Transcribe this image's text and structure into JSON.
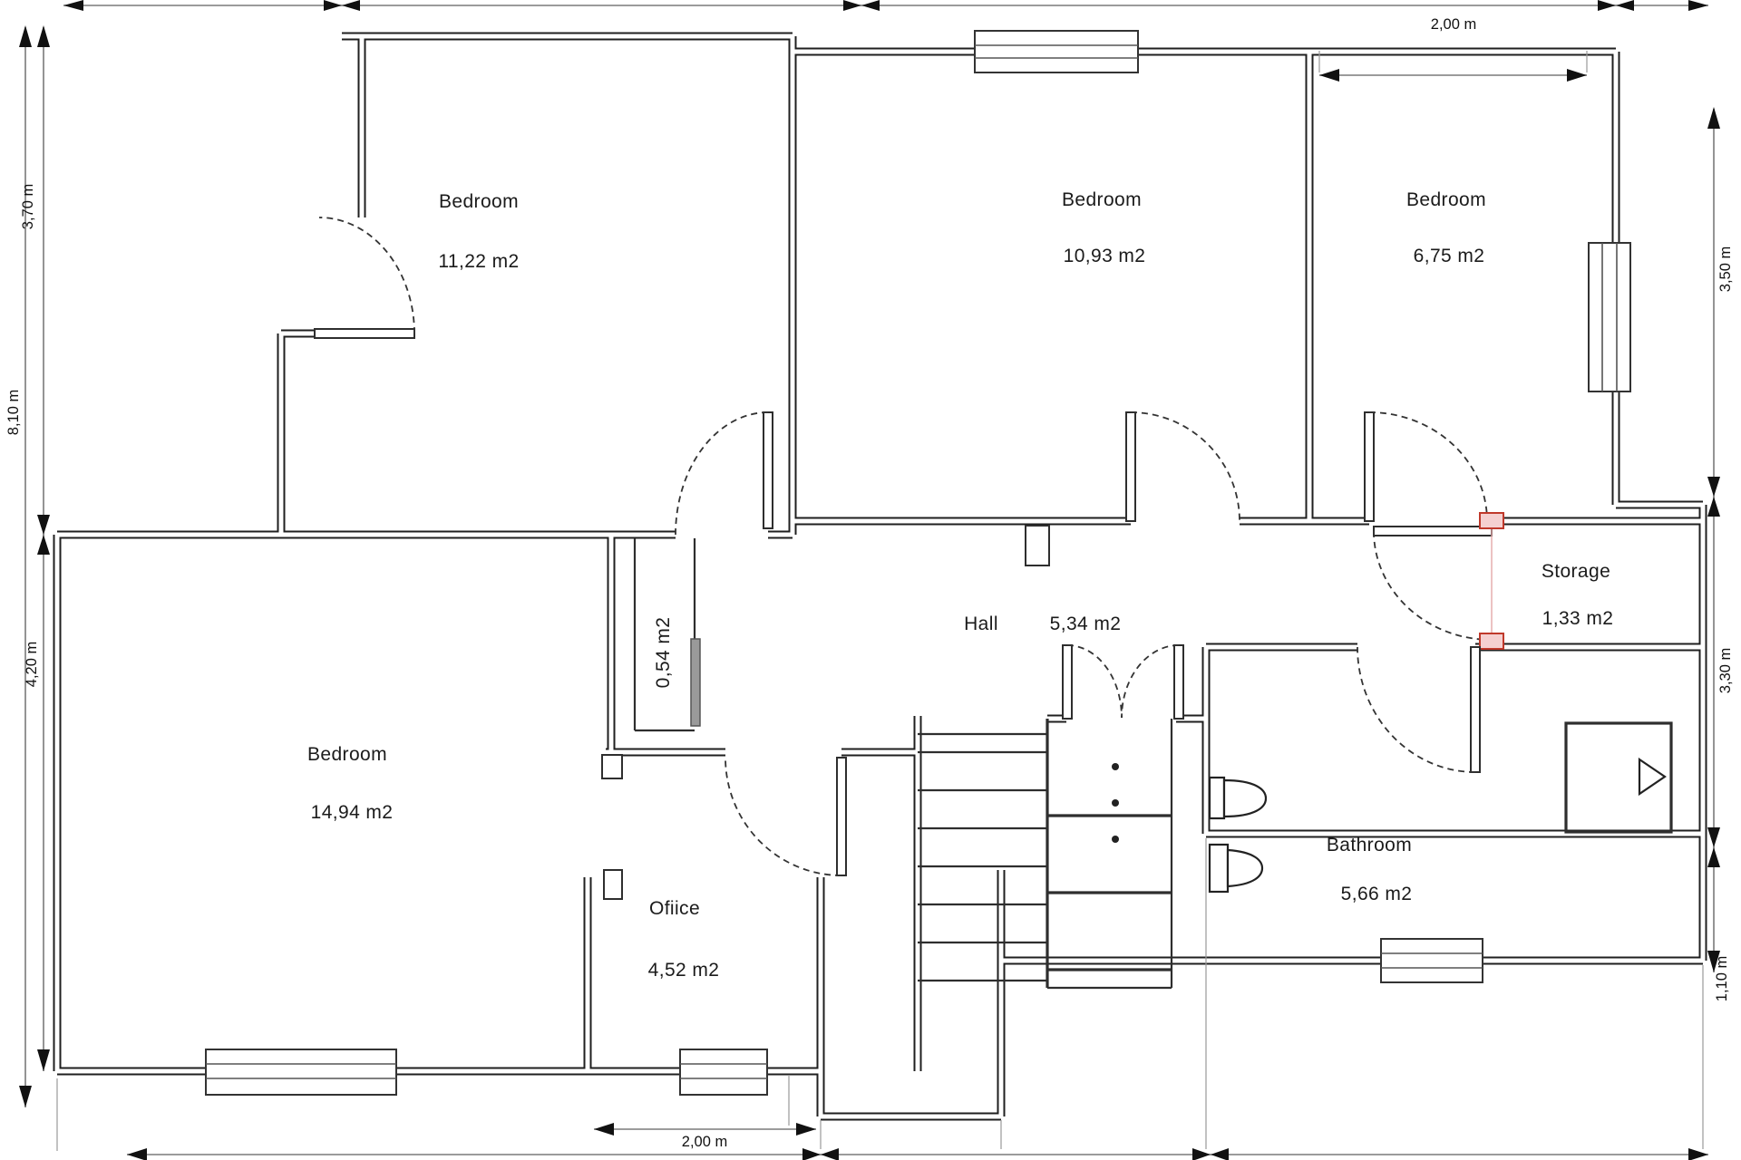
{
  "plan": {
    "rooms": [
      {
        "id": "bedroom-top-left",
        "name": "Bedroom",
        "area": "11,22 m2"
      },
      {
        "id": "bedroom-top-mid",
        "name": "Bedroom",
        "area": "10,93 m2"
      },
      {
        "id": "bedroom-top-right",
        "name": "Bedroom",
        "area": "6,75 m2"
      },
      {
        "id": "bedroom-left",
        "name": "Bedroom",
        "area": "14,94 m2"
      },
      {
        "id": "hall",
        "name": "Hall",
        "area": "5,34 m2"
      },
      {
        "id": "office",
        "name": "Ofiice",
        "area": "4,52 m2"
      },
      {
        "id": "bathroom",
        "name": "Bathroom",
        "area": "5,66 m2"
      },
      {
        "id": "storage",
        "name": "Storage",
        "area": "1,33 m2"
      },
      {
        "id": "closet",
        "name": "",
        "area": "0,54 m2"
      }
    ],
    "dimensions": {
      "left_top": "3,70 m",
      "left_total": "8,10 m",
      "left_bottom": "4,20 m",
      "top_right": "2,00 m",
      "right_top": "3,50 m",
      "right_middle": "3,30 m",
      "right_bottom": "1,10 m",
      "bottom_office": "2,00 m"
    },
    "colors": {
      "wall": "#1f1f1f",
      "dimension_line": "#7a7a7a",
      "door_jamb_accent": "#c0392b"
    }
  }
}
